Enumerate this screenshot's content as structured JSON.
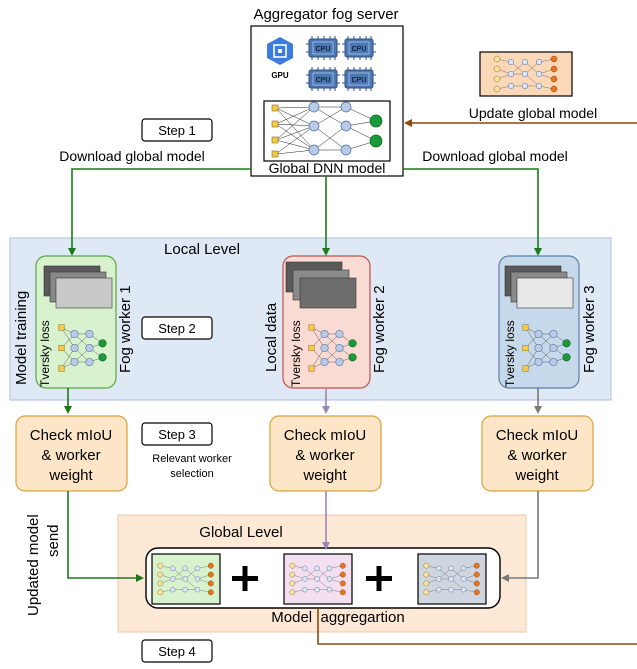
{
  "server": {
    "title": "Aggregator fog server",
    "gpu_label": "GPU",
    "cpu_label": "CPU",
    "model_caption": "Global DNN model"
  },
  "steps": {
    "step1": "Step 1",
    "step2": "Step 2",
    "step3": "Step 3",
    "step4": "Step 4"
  },
  "arrows": {
    "download_left": "Download global model",
    "download_right": "Download global model",
    "update_global": "Update global model"
  },
  "local": {
    "title": "Local Level",
    "model_training": "Model training",
    "local_data": "Local data",
    "workers": [
      {
        "name": "Fog worker 1",
        "loss": "Tversky loss"
      },
      {
        "name": "Fog worker 2",
        "loss": "Tversky loss"
      },
      {
        "name": "Fog worker 3",
        "loss": "Tversky loss"
      }
    ]
  },
  "check_boxes": [
    {
      "line1": "Check mIoU",
      "line2": "& worker",
      "line3": "weight"
    },
    {
      "line1": "Check mIoU",
      "line2": "& worker",
      "line3": "weight"
    },
    {
      "line1": "Check mIoU",
      "line2": "& worker",
      "line3": "weight"
    }
  ],
  "selection": {
    "line1": "Relevant worker",
    "line2": "selection"
  },
  "updated": {
    "line1": "Updated model",
    "line2": "send"
  },
  "global": {
    "title": "Global Level",
    "aggregation": "Model  aggregartion"
  },
  "colors": {
    "green_arrow": "#1a7a1a",
    "brown_arrow": "#8b4a10",
    "purple_arrow": "#9a85b8",
    "gray_arrow": "#7a7a7a",
    "local_panel": "#dfe9f6",
    "global_panel": "#fde9d6",
    "check_fill": "#fde5c8",
    "check_border": "#d9a23a",
    "worker1": "#d8f2cd",
    "worker2": "#f9dbd3",
    "worker3": "#c6d9ea",
    "cpu_chip": "#4b77b5"
  }
}
